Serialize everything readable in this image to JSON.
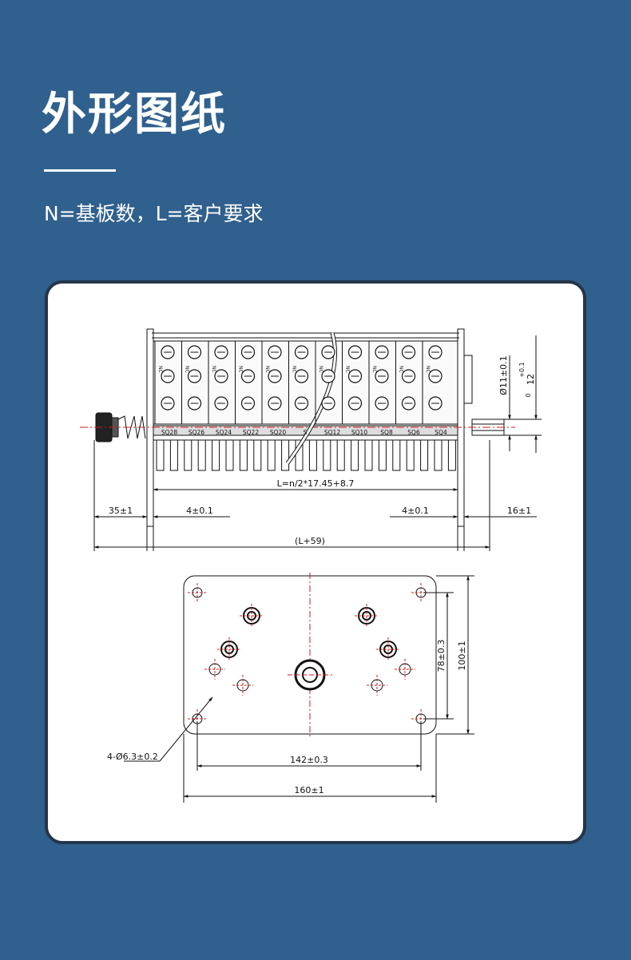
{
  "header": {
    "title": "外形图纸",
    "subtitle": "N=基板数，L=客户要求"
  },
  "drawing": {
    "side_view": {
      "formula": "L=n/2*17.45+8.7",
      "dim_left": "35±1",
      "dim_left_inner": "4±0.1",
      "dim_right_inner": "4±0.1",
      "dim_right": "16±1",
      "dim_total": "(L+59)",
      "shaft_diameter": "Ø11±0.1",
      "shaft_length_main": "12",
      "shaft_length_tol_upper": "+0.1",
      "shaft_length_tol_lower": "0",
      "terminal_labels": [
        "SQ28",
        "SQ26",
        "SQ24",
        "SQ22",
        "SQ20",
        "S",
        "SQ12",
        "SQ10",
        "SQ8",
        "SQ6",
        "SQ4"
      ],
      "nc_label": "NC"
    },
    "plate_view": {
      "hole_spec": "4-Ø6.3±0.2",
      "width_inner": "142±0.3",
      "width_outer": "160±1",
      "height_inner": "78±0.3",
      "height_outer": "100±1"
    }
  }
}
